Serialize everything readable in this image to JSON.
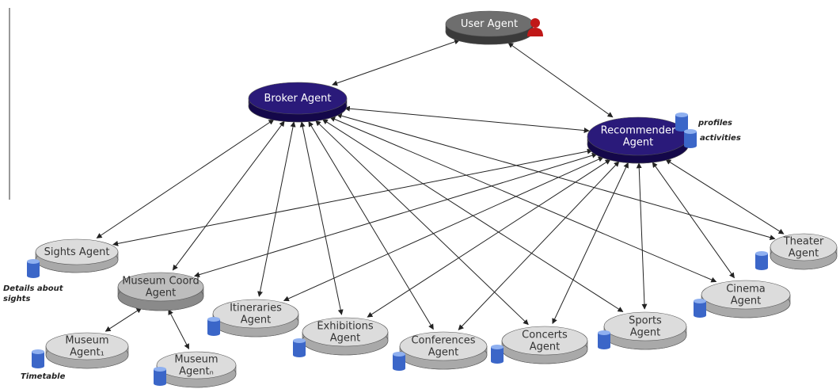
{
  "colors": {
    "dark_top": "#2a1a7a",
    "dark_side": "#14084a",
    "dark_text": "#ffffff",
    "light_top": "#dcdcdc",
    "light_side": "#a9a9a9",
    "light_text": "#333333",
    "coord_top": "#bdbdbd",
    "coord_side": "#8a8a8a",
    "user_top": "#6e6e6e",
    "user_side": "#3a3a3a",
    "db_top": "#8fb0f0",
    "db_body": "#3b66c8",
    "edge": "#222222",
    "person": "#c01818"
  },
  "nodes": {
    "user": {
      "lines": [
        "User Agent"
      ]
    },
    "broker": {
      "lines": [
        "Broker Agent"
      ]
    },
    "recommender": {
      "lines": [
        "Recommender",
        "Agent"
      ]
    },
    "sights": {
      "lines": [
        "Sights Agent"
      ]
    },
    "museum_coord": {
      "lines": [
        "Museum Coord",
        "Agent"
      ]
    },
    "itineraries": {
      "lines": [
        "Itineraries",
        "Agent"
      ]
    },
    "exhibitions": {
      "lines": [
        "Exhibitions",
        "Agent"
      ]
    },
    "conferences": {
      "lines": [
        "Conferences",
        "Agent"
      ]
    },
    "concerts": {
      "lines": [
        "Concerts",
        "Agent"
      ]
    },
    "sports": {
      "lines": [
        "Sports",
        "Agent"
      ]
    },
    "cinema": {
      "lines": [
        "Cinema",
        "Agent"
      ]
    },
    "theater": {
      "lines": [
        "Theater",
        "Agent"
      ]
    },
    "museum1": {
      "lines": [
        "Museum",
        "Agent₁"
      ]
    },
    "museumn": {
      "lines": [
        "Museum",
        "Agentₙ"
      ]
    }
  },
  "notes": {
    "profiles": "profiles",
    "activities": "activities",
    "sights_details": [
      "Details about",
      "sights"
    ],
    "timetable": "Timetable"
  },
  "icons": {
    "person": "user-person-icon",
    "database": "database-cylinder-icon"
  }
}
